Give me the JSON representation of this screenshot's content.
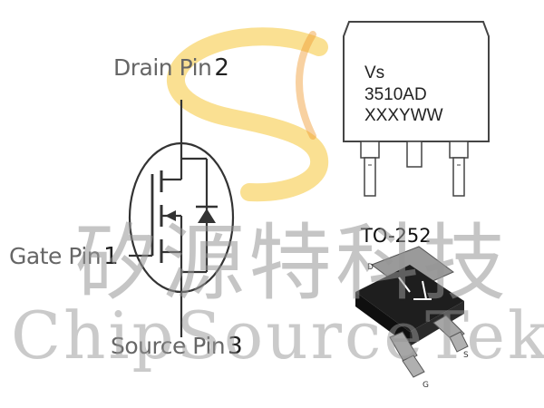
{
  "labels": {
    "drain": {
      "text": "Drain Pin",
      "number": "2"
    },
    "gate": {
      "text": "Gate Pin",
      "number": "1"
    },
    "source": {
      "text": "Source Pin",
      "number": "3"
    }
  },
  "marking": {
    "line1": "Vs",
    "line2": "3510AD",
    "line3": "XXXYWW"
  },
  "package": {
    "name": "TO-252",
    "pin_d": "D",
    "pin_s": "S",
    "pin_g": "G"
  },
  "watermark": {
    "chinese": "矽源特科技",
    "english": "ChipSourceTek"
  },
  "colors": {
    "logo_yellow": "#f6cc4a",
    "logo_orange": "#ef9a2e",
    "outline": "#333333",
    "label_gray": "#666666",
    "watermark_gray": "#969696",
    "package_body": "#1e1e1e"
  }
}
